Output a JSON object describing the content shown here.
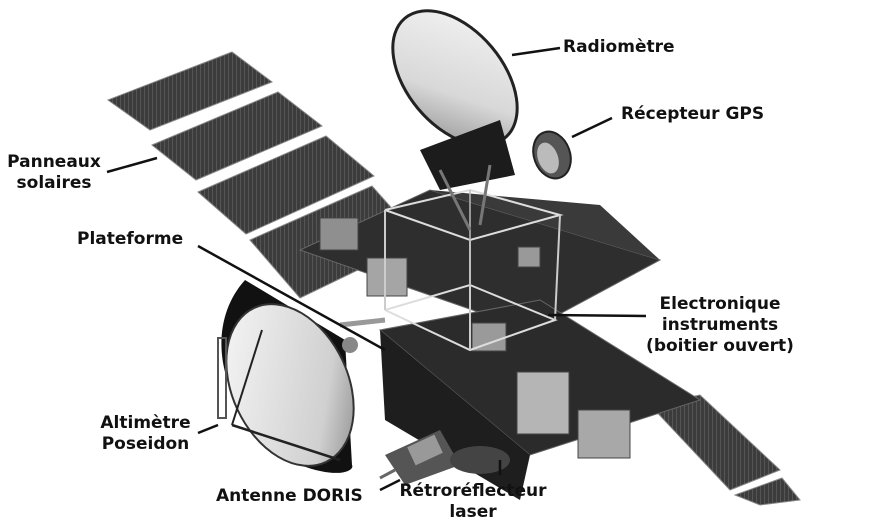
{
  "diagram": {
    "subject": "satellite",
    "labels": {
      "radiometre": "Radiomètre",
      "recepteur_gps": "Récepteur GPS",
      "panneaux_line1": "Panneaux",
      "panneaux_line2": "solaires",
      "plateforme": "Plateforme",
      "electronique_line1": "Electronique",
      "electronique_line2": "instruments",
      "electronique_line3": "(boitier ouvert)",
      "altimetre_line1": "Altimètre",
      "altimetre_line2": "Poseidon",
      "antenne_doris": "Antenne DORIS",
      "retro_line1": "Rétroréflecteur",
      "retro_line2": "laser"
    },
    "colors": {
      "background": "#ffffff",
      "text": "#111111",
      "panel": "#3a3a3a",
      "deck": "#2b2b2b",
      "dish": "#e6e6e6"
    }
  }
}
